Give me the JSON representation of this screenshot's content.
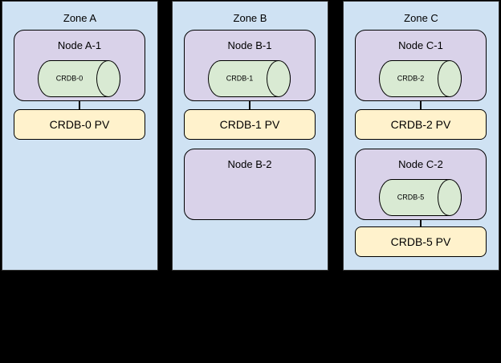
{
  "colors": {
    "canvas_bg": "#000000",
    "zone_fill": "#cfe2f3",
    "zone_border": "#333333",
    "node_fill": "#d9d2e9",
    "db_fill": "#d9ead3",
    "pv_fill": "#fff2cc",
    "shape_border": "#000000"
  },
  "zones": [
    {
      "label": "Zone A",
      "nodes": [
        {
          "label": "Node A-1",
          "db": "CRDB-0",
          "pv": "CRDB-0 PV"
        }
      ]
    },
    {
      "label": "Zone B",
      "nodes": [
        {
          "label": "Node B-1",
          "db": "CRDB-1",
          "pv": "CRDB-1 PV"
        },
        {
          "label": "Node B-2"
        }
      ]
    },
    {
      "label": "Zone C",
      "nodes": [
        {
          "label": "Node C-1",
          "db": "CRDB-2",
          "pv": "CRDB-2 PV"
        },
        {
          "label": "Node C-2",
          "db": "CRDB-5",
          "pv": "CRDB-5 PV"
        }
      ]
    }
  ]
}
